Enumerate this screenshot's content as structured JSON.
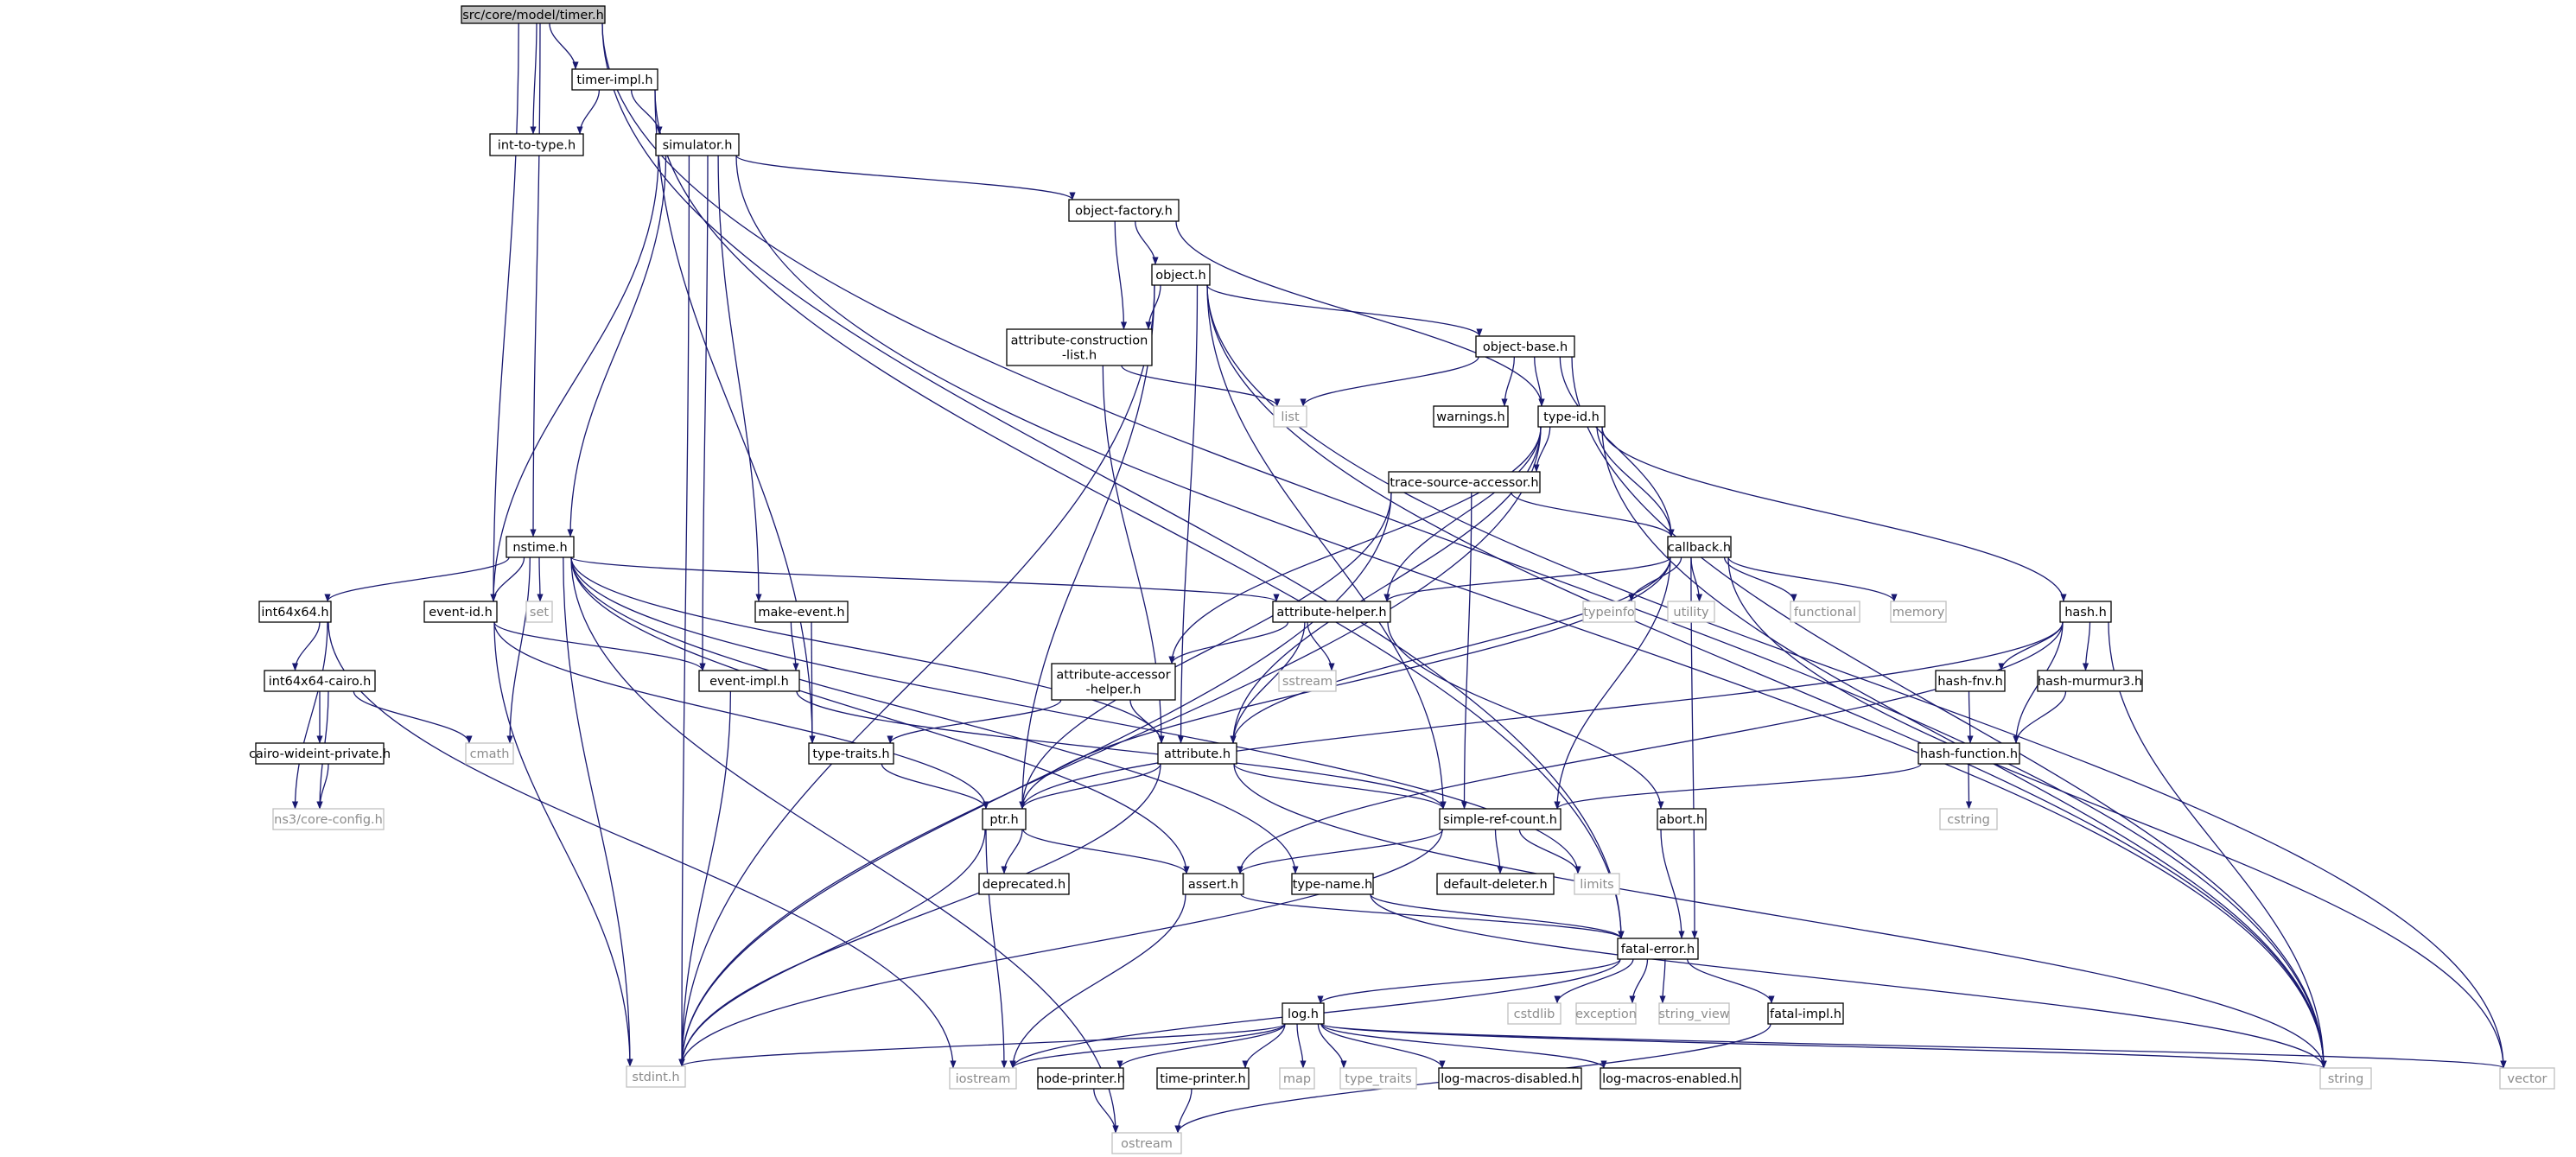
{
  "colors": {
    "edge": "#191970",
    "local_border": "#000000",
    "system_border": "#bfbfbf",
    "root_fill": "#bfbfbf",
    "node_fill": "#ffffff",
    "system_text": "#8c8c8c"
  },
  "nodes": [
    {
      "id": "timer",
      "lines": [
        "src/core/model/timer.h"
      ],
      "kind": "root"
    },
    {
      "id": "timerimpl",
      "lines": [
        "timer-impl.h"
      ],
      "kind": "local"
    },
    {
      "id": "inttotype",
      "lines": [
        "int-to-type.h"
      ],
      "kind": "local"
    },
    {
      "id": "simulator",
      "lines": [
        "simulator.h"
      ],
      "kind": "local"
    },
    {
      "id": "objfactory",
      "lines": [
        "object-factory.h"
      ],
      "kind": "local"
    },
    {
      "id": "object",
      "lines": [
        "object.h"
      ],
      "kind": "local"
    },
    {
      "id": "attrcons",
      "lines": [
        "attribute-construction",
        "-list.h"
      ],
      "kind": "local"
    },
    {
      "id": "objbase",
      "lines": [
        "object-base.h"
      ],
      "kind": "local"
    },
    {
      "id": "list",
      "lines": [
        "list"
      ],
      "kind": "system"
    },
    {
      "id": "warnings",
      "lines": [
        "warnings.h"
      ],
      "kind": "local"
    },
    {
      "id": "typeid",
      "lines": [
        "type-id.h"
      ],
      "kind": "local"
    },
    {
      "id": "tsa",
      "lines": [
        "trace-source-accessor.h"
      ],
      "kind": "local"
    },
    {
      "id": "nstime",
      "lines": [
        "nstime.h"
      ],
      "kind": "local"
    },
    {
      "id": "callback",
      "lines": [
        "callback.h"
      ],
      "kind": "local"
    },
    {
      "id": "int64x64",
      "lines": [
        "int64x64.h"
      ],
      "kind": "local"
    },
    {
      "id": "eventid",
      "lines": [
        "event-id.h"
      ],
      "kind": "local"
    },
    {
      "id": "set",
      "lines": [
        "set"
      ],
      "kind": "system"
    },
    {
      "id": "makeevent",
      "lines": [
        "make-event.h"
      ],
      "kind": "local"
    },
    {
      "id": "attrhelper",
      "lines": [
        "attribute-helper.h"
      ],
      "kind": "local"
    },
    {
      "id": "typeinfo",
      "lines": [
        "typeinfo"
      ],
      "kind": "system"
    },
    {
      "id": "utility",
      "lines": [
        "utility"
      ],
      "kind": "system"
    },
    {
      "id": "functional",
      "lines": [
        "functional"
      ],
      "kind": "system"
    },
    {
      "id": "memory",
      "lines": [
        "memory"
      ],
      "kind": "system"
    },
    {
      "id": "hash",
      "lines": [
        "hash.h"
      ],
      "kind": "local"
    },
    {
      "id": "int64cairo",
      "lines": [
        "int64x64-cairo.h"
      ],
      "kind": "local"
    },
    {
      "id": "eventimpl",
      "lines": [
        "event-impl.h"
      ],
      "kind": "local"
    },
    {
      "id": "attracc",
      "lines": [
        "attribute-accessor",
        "-helper.h"
      ],
      "kind": "local"
    },
    {
      "id": "sstream",
      "lines": [
        "sstream"
      ],
      "kind": "system"
    },
    {
      "id": "hashfnv",
      "lines": [
        "hash-fnv.h"
      ],
      "kind": "local"
    },
    {
      "id": "hashmm3",
      "lines": [
        "hash-murmur3.h"
      ],
      "kind": "local"
    },
    {
      "id": "cairo",
      "lines": [
        "cairo-wideint-private.h"
      ],
      "kind": "local"
    },
    {
      "id": "cmath",
      "lines": [
        "cmath"
      ],
      "kind": "system"
    },
    {
      "id": "typetraits_h",
      "lines": [
        "type-traits.h"
      ],
      "kind": "local"
    },
    {
      "id": "attribute",
      "lines": [
        "attribute.h"
      ],
      "kind": "local"
    },
    {
      "id": "hashfunc",
      "lines": [
        "hash-function.h"
      ],
      "kind": "local"
    },
    {
      "id": "coreconfig",
      "lines": [
        "ns3/core-config.h"
      ],
      "kind": "system"
    },
    {
      "id": "ptr",
      "lines": [
        "ptr.h"
      ],
      "kind": "local"
    },
    {
      "id": "src",
      "lines": [
        "simple-ref-count.h"
      ],
      "kind": "local"
    },
    {
      "id": "abort",
      "lines": [
        "abort.h"
      ],
      "kind": "local"
    },
    {
      "id": "cstring",
      "lines": [
        "cstring"
      ],
      "kind": "system"
    },
    {
      "id": "deprecated",
      "lines": [
        "deprecated.h"
      ],
      "kind": "local"
    },
    {
      "id": "assert",
      "lines": [
        "assert.h"
      ],
      "kind": "local"
    },
    {
      "id": "typename",
      "lines": [
        "type-name.h"
      ],
      "kind": "local"
    },
    {
      "id": "defdeleter",
      "lines": [
        "default-deleter.h"
      ],
      "kind": "local"
    },
    {
      "id": "limits",
      "lines": [
        "limits"
      ],
      "kind": "system"
    },
    {
      "id": "fatalerror",
      "lines": [
        "fatal-error.h"
      ],
      "kind": "local"
    },
    {
      "id": "cstdlib",
      "lines": [
        "cstdlib"
      ],
      "kind": "system"
    },
    {
      "id": "exception",
      "lines": [
        "exception"
      ],
      "kind": "system"
    },
    {
      "id": "string_view",
      "lines": [
        "string_view"
      ],
      "kind": "system"
    },
    {
      "id": "fatalimpl",
      "lines": [
        "fatal-impl.h"
      ],
      "kind": "local"
    },
    {
      "id": "log",
      "lines": [
        "log.h"
      ],
      "kind": "local"
    },
    {
      "id": "stdint",
      "lines": [
        "stdint.h"
      ],
      "kind": "system"
    },
    {
      "id": "iostream",
      "lines": [
        "iostream"
      ],
      "kind": "system"
    },
    {
      "id": "nodeprinter",
      "lines": [
        "node-printer.h"
      ],
      "kind": "local"
    },
    {
      "id": "timeprinter",
      "lines": [
        "time-printer.h"
      ],
      "kind": "local"
    },
    {
      "id": "map",
      "lines": [
        "map"
      ],
      "kind": "system"
    },
    {
      "id": "type_traits",
      "lines": [
        "type_traits"
      ],
      "kind": "system"
    },
    {
      "id": "logdis",
      "lines": [
        "log-macros-disabled.h"
      ],
      "kind": "local"
    },
    {
      "id": "logen",
      "lines": [
        "log-macros-enabled.h"
      ],
      "kind": "local"
    },
    {
      "id": "string",
      "lines": [
        "string"
      ],
      "kind": "system"
    },
    {
      "id": "vector",
      "lines": [
        "vector"
      ],
      "kind": "system"
    },
    {
      "id": "ostream",
      "lines": [
        "ostream"
      ],
      "kind": "system"
    }
  ],
  "edges": [
    [
      "timer",
      "timerimpl"
    ],
    [
      "timer",
      "inttotype"
    ],
    [
      "timer",
      "nstime"
    ],
    [
      "timer",
      "eventid"
    ],
    [
      "timer",
      "fatalerror"
    ],
    [
      "timer",
      "string"
    ],
    [
      "timerimpl",
      "inttotype"
    ],
    [
      "timerimpl",
      "simulator"
    ],
    [
      "timerimpl",
      "typetraits_h"
    ],
    [
      "timerimpl",
      "fatalerror"
    ],
    [
      "simulator",
      "objfactory"
    ],
    [
      "simulator",
      "nstime"
    ],
    [
      "simulator",
      "eventid"
    ],
    [
      "simulator",
      "makeevent"
    ],
    [
      "simulator",
      "eventimpl"
    ],
    [
      "simulator",
      "stdint"
    ],
    [
      "simulator",
      "string"
    ],
    [
      "objfactory",
      "object"
    ],
    [
      "objfactory",
      "attrcons"
    ],
    [
      "objfactory",
      "typeid"
    ],
    [
      "object",
      "attrcons"
    ],
    [
      "object",
      "objbase"
    ],
    [
      "object",
      "ptr"
    ],
    [
      "object",
      "attribute"
    ],
    [
      "object",
      "src"
    ],
    [
      "object",
      "stdint"
    ],
    [
      "object",
      "string"
    ],
    [
      "object",
      "vector"
    ],
    [
      "attrcons",
      "list"
    ],
    [
      "attrcons",
      "attribute"
    ],
    [
      "objbase",
      "list"
    ],
    [
      "objbase",
      "warnings"
    ],
    [
      "objbase",
      "typeid"
    ],
    [
      "objbase",
      "callback"
    ],
    [
      "objbase",
      "string"
    ],
    [
      "typeid",
      "tsa"
    ],
    [
      "typeid",
      "callback"
    ],
    [
      "typeid",
      "attracc"
    ],
    [
      "typeid",
      "attrhelper"
    ],
    [
      "typeid",
      "attribute"
    ],
    [
      "typeid",
      "hash"
    ],
    [
      "typeid",
      "stdint"
    ],
    [
      "typeid",
      "string"
    ],
    [
      "tsa",
      "callback"
    ],
    [
      "tsa",
      "ptr"
    ],
    [
      "tsa",
      "src"
    ],
    [
      "tsa",
      "stdint"
    ],
    [
      "callback",
      "attrhelper"
    ],
    [
      "callback",
      "attribute"
    ],
    [
      "callback",
      "ptr"
    ],
    [
      "callback",
      "src"
    ],
    [
      "callback",
      "fatalerror"
    ],
    [
      "callback",
      "typeinfo"
    ],
    [
      "callback",
      "utility"
    ],
    [
      "callback",
      "functional"
    ],
    [
      "callback",
      "memory"
    ],
    [
      "callback",
      "vector"
    ],
    [
      "nstime",
      "int64x64"
    ],
    [
      "nstime",
      "eventid"
    ],
    [
      "nstime",
      "set"
    ],
    [
      "nstime",
      "assert"
    ],
    [
      "nstime",
      "attrhelper"
    ],
    [
      "nstime",
      "attribute"
    ],
    [
      "nstime",
      "typename"
    ],
    [
      "nstime",
      "cmath"
    ],
    [
      "nstime",
      "limits"
    ],
    [
      "nstime",
      "stdint"
    ],
    [
      "nstime",
      "ostream"
    ],
    [
      "int64x64",
      "int64cairo"
    ],
    [
      "int64x64",
      "coreconfig"
    ],
    [
      "int64x64",
      "iostream"
    ],
    [
      "int64cairo",
      "cairo"
    ],
    [
      "int64cairo",
      "coreconfig"
    ],
    [
      "int64cairo",
      "cmath"
    ],
    [
      "cairo",
      "coreconfig"
    ],
    [
      "eventid",
      "eventimpl"
    ],
    [
      "eventid",
      "ptr"
    ],
    [
      "eventid",
      "stdint"
    ],
    [
      "makeevent",
      "eventimpl"
    ],
    [
      "makeevent",
      "typetraits_h"
    ],
    [
      "eventimpl",
      "src"
    ],
    [
      "eventimpl",
      "stdint"
    ],
    [
      "attrhelper",
      "attracc"
    ],
    [
      "attrhelper",
      "abort"
    ],
    [
      "attrhelper",
      "attribute"
    ],
    [
      "attrhelper",
      "sstream"
    ],
    [
      "attracc",
      "attribute"
    ],
    [
      "attracc",
      "typetraits_h"
    ],
    [
      "typetraits_h",
      "ptr"
    ],
    [
      "attribute",
      "ptr"
    ],
    [
      "attribute",
      "src"
    ],
    [
      "attribute",
      "string"
    ],
    [
      "attribute",
      "stdint"
    ],
    [
      "hash",
      "hashfnv"
    ],
    [
      "hash",
      "hashmm3"
    ],
    [
      "hash",
      "hashfunc"
    ],
    [
      "hash",
      "assert"
    ],
    [
      "hash",
      "ptr"
    ],
    [
      "hash",
      "string"
    ],
    [
      "hashfnv",
      "hashfunc"
    ],
    [
      "hashmm3",
      "hashfunc"
    ],
    [
      "hashfunc",
      "src"
    ],
    [
      "hashfunc",
      "cstring"
    ],
    [
      "ptr",
      "deprecated"
    ],
    [
      "ptr",
      "assert"
    ],
    [
      "ptr",
      "iostream"
    ],
    [
      "ptr",
      "stdint"
    ],
    [
      "src",
      "defdeleter"
    ],
    [
      "src",
      "assert"
    ],
    [
      "src",
      "limits"
    ],
    [
      "src",
      "stdint"
    ],
    [
      "abort",
      "fatalerror"
    ],
    [
      "assert",
      "fatalerror"
    ],
    [
      "assert",
      "iostream"
    ],
    [
      "typename",
      "fatalerror"
    ],
    [
      "typename",
      "string"
    ],
    [
      "fatalerror",
      "cstdlib"
    ],
    [
      "fatalerror",
      "exception"
    ],
    [
      "fatalerror",
      "string_view"
    ],
    [
      "fatalerror",
      "fatalimpl"
    ],
    [
      "fatalerror",
      "log"
    ],
    [
      "fatalerror",
      "iostream"
    ],
    [
      "fatalimpl",
      "ostream"
    ],
    [
      "log",
      "iostream"
    ],
    [
      "log",
      "nodeprinter"
    ],
    [
      "log",
      "timeprinter"
    ],
    [
      "log",
      "map"
    ],
    [
      "log",
      "type_traits"
    ],
    [
      "log",
      "logdis"
    ],
    [
      "log",
      "logen"
    ],
    [
      "log",
      "stdint"
    ],
    [
      "log",
      "string"
    ],
    [
      "log",
      "vector"
    ],
    [
      "nodeprinter",
      "ostream"
    ],
    [
      "timeprinter",
      "ostream"
    ]
  ]
}
